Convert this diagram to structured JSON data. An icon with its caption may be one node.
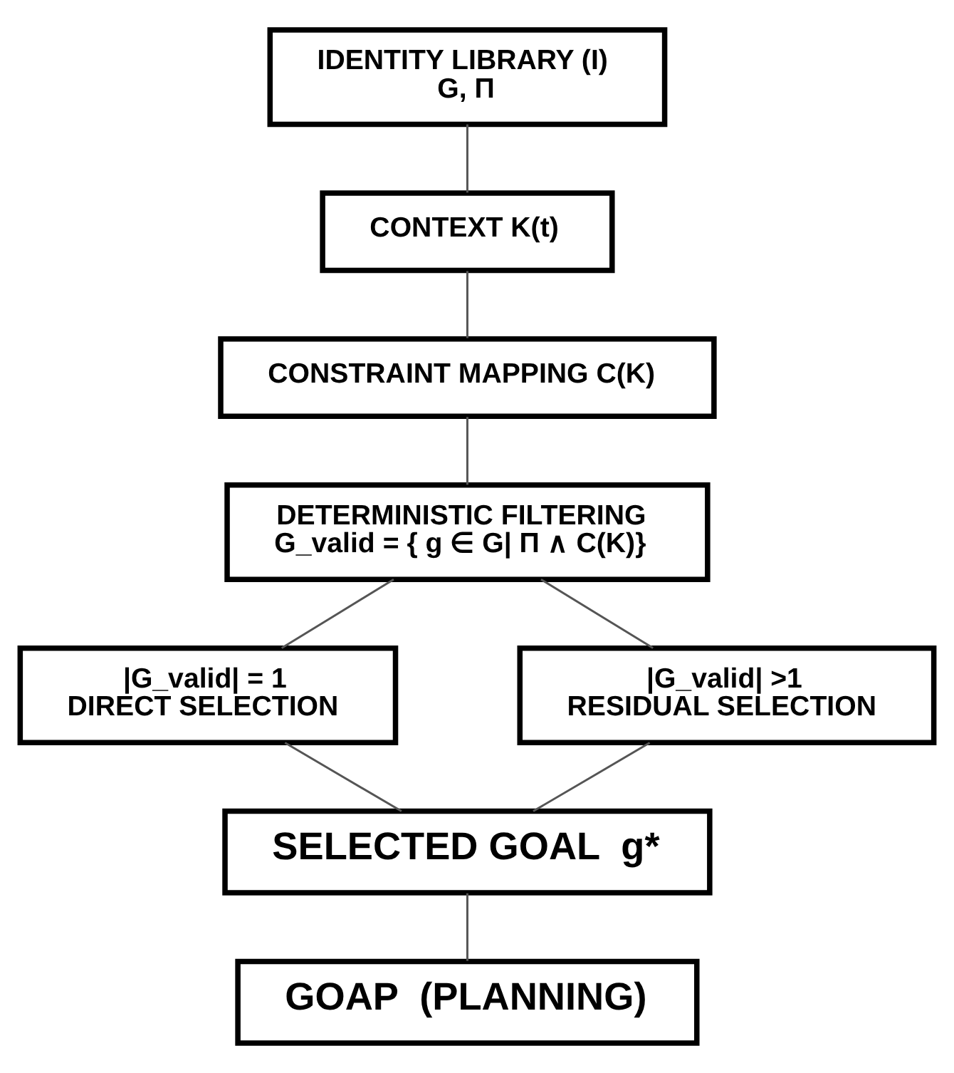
{
  "diagram": {
    "nodes": [
      {
        "text": [
          "IDENTITY LIBRARY (I)",
          "G, Π"
        ]
      },
      {
        "text": [
          "CONTEXT K(t)"
        ]
      },
      {
        "text": [
          "CONSTRAINT MAPPING C(K)"
        ]
      },
      {
        "text": [
          "DETERMINISTIC FILTERING",
          "G_valid = { g ∈ G| Π ∧ C(K)}"
        ]
      },
      {
        "text": [
          "|G_valid| = 1",
          "DIRECT SELECTION"
        ]
      },
      {
        "text": [
          "|G_valid| >1",
          "RESIDUAL SELECTION"
        ]
      },
      {
        "text": [
          "SELECTED GOAL  g*"
        ]
      },
      {
        "text": [
          "GOAP  (PLANNING)"
        ]
      }
    ],
    "edges": [
      {
        "from": 0,
        "to": 1,
        "arrow": "none"
      },
      {
        "from": 1,
        "to": 2,
        "arrow": "none"
      },
      {
        "from": 2,
        "to": 3,
        "arrow": "none"
      },
      {
        "from": 3,
        "to": 4,
        "arrow": "none"
      },
      {
        "from": 3,
        "to": 5,
        "arrow": "none"
      },
      {
        "from": 4,
        "to": 6,
        "arrow": "none"
      },
      {
        "from": 5,
        "to": 6,
        "arrow": "none"
      },
      {
        "from": 6,
        "to": 7,
        "arrow": "none"
      }
    ]
  }
}
